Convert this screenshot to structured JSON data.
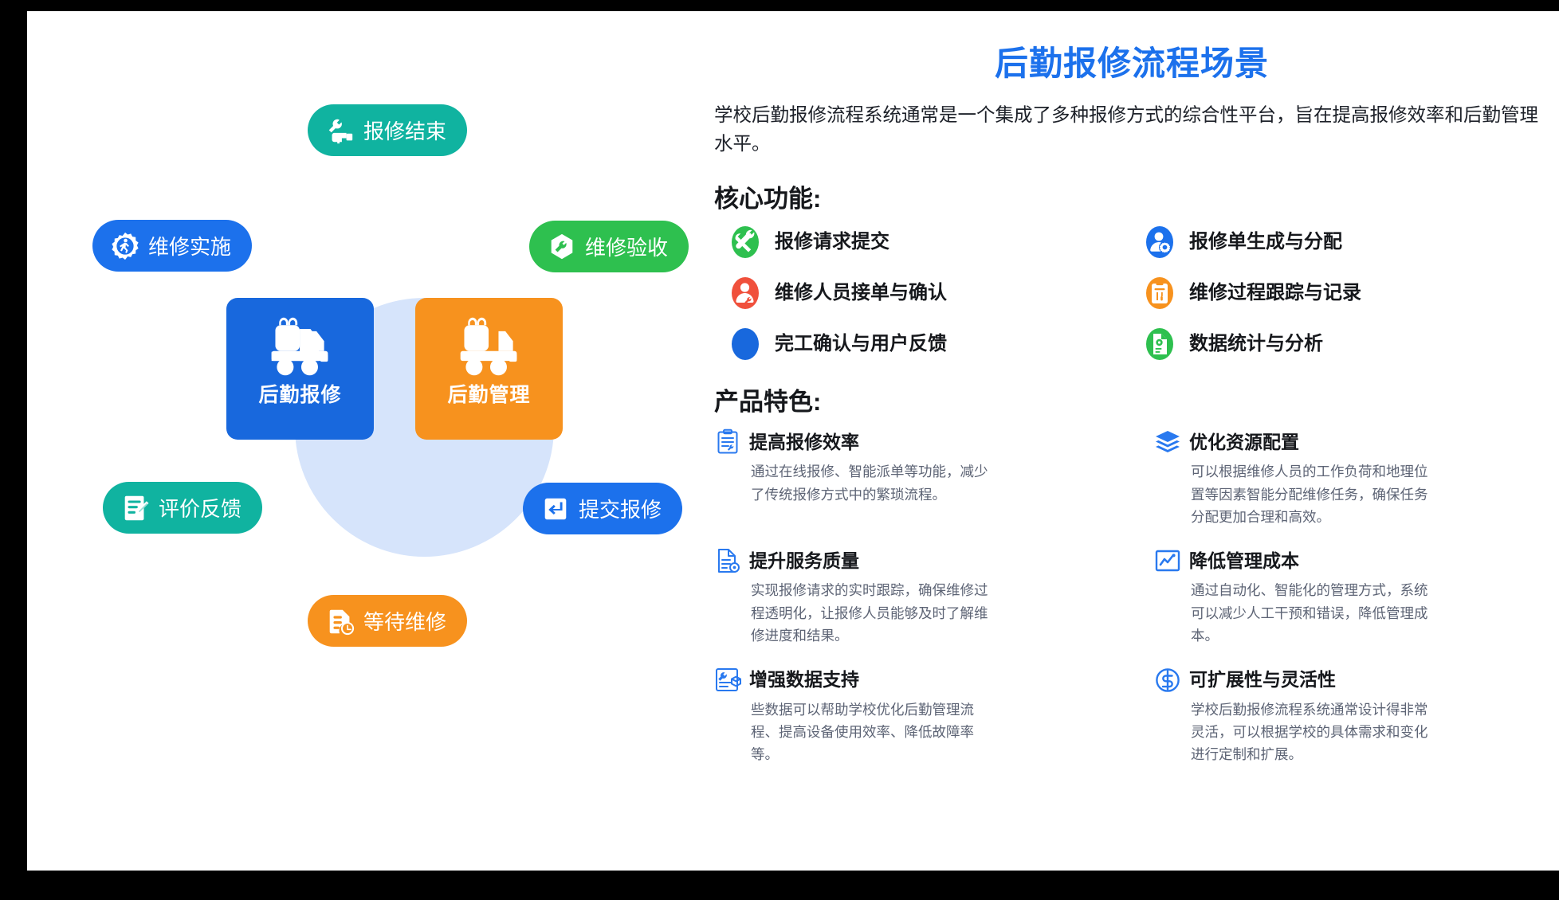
{
  "theme": {
    "brand_blue": "#1c71ec",
    "deep_blue": "#1868dd",
    "teal": "#10b3a0",
    "green": "#2ec04f",
    "orange": "#f7921e",
    "red": "#f0503c",
    "body_text": "#1d2129",
    "muted_text": "#5d6475"
  },
  "diagram": {
    "center_cards": [
      {
        "label": "后勤报修",
        "color": "#1868dd",
        "icon": "truck-icon"
      },
      {
        "label": "后勤管理",
        "color": "#f7921e",
        "icon": "truck-icon"
      }
    ],
    "steps": [
      {
        "label": "报修结束",
        "color": "#10b3a0",
        "icon": "wrench-hand-icon"
      },
      {
        "label": "维修验收",
        "color": "#2ec04f",
        "icon": "hex-wrench-icon"
      },
      {
        "label": "提交报修",
        "color": "#1c71ec",
        "icon": "submit-enter-icon"
      },
      {
        "label": "等待维修",
        "color": "#f7921e",
        "icon": "document-clock-icon"
      },
      {
        "label": "评价反馈",
        "color": "#10b3a0",
        "icon": "document-pencil-icon"
      },
      {
        "label": "维修实施",
        "color": "#1c71ec",
        "icon": "gear-worker-icon"
      }
    ]
  },
  "panel": {
    "title": "后勤报修流程场景",
    "intro": "学校后勤报修流程系统通常是一个集成了多种报修方式的综合性平台，旨在提高报修效率和后勤管理水平。",
    "core_functions_heading": "核心功能:",
    "core_functions": [
      {
        "label": "报修请求提交",
        "color": "#2ec04f",
        "icon": "wrench-screwdriver-icon"
      },
      {
        "label": "报修单生成与分配",
        "color": "#1c71ec",
        "icon": "user-gear-icon"
      },
      {
        "label": "维修人员接单与确认",
        "color": "#f0503c",
        "icon": "user-wrench-icon"
      },
      {
        "label": "维修过程跟踪与记录",
        "color": "#f7921e",
        "icon": "clipboard-tools-icon"
      },
      {
        "label": "完工确认与用户反馈",
        "color": "#1868dd",
        "icon": "check-circle-icon"
      },
      {
        "label": "数据统计与分析",
        "color": "#2ec04f",
        "icon": "document-gear-icon"
      }
    ],
    "features_heading": "产品特色:",
    "features": [
      {
        "title": "提高报修效率",
        "desc": "通过在线报修、智能派单等功能，减少了传统报修方式中的繁琐流程。",
        "icon": "clipboard-wrench-icon"
      },
      {
        "title": "优化资源配置",
        "desc": "可以根据维修人员的工作负荷和地理位置等因素智能分配维修任务，确保任务分配更加合理和高效。",
        "icon": "layers-icon"
      },
      {
        "title": "提升服务质量",
        "desc": "实现报修请求的实时跟踪，确保维修过程透明化，让报修人员能够及时了解维修进度和结果。",
        "icon": "document-gear-outline-icon"
      },
      {
        "title": "降低管理成本",
        "desc": "通过自动化、智能化的管理方式，系统可以减少人工干预和错误，降低管理成本。",
        "icon": "trend-chart-icon"
      },
      {
        "title": "增强数据支持",
        "desc": "些数据可以帮助学校优化后勤管理流程、提高设备使用效率、降低故障率等。",
        "icon": "data-wrench-icon"
      },
      {
        "title": "可扩展性与灵活性",
        "desc": "学校后勤报修流程系统通常设计得非常灵活，可以根据学校的具体需求和变化进行定制和扩展。",
        "icon": "dollar-circle-icon"
      }
    ]
  }
}
